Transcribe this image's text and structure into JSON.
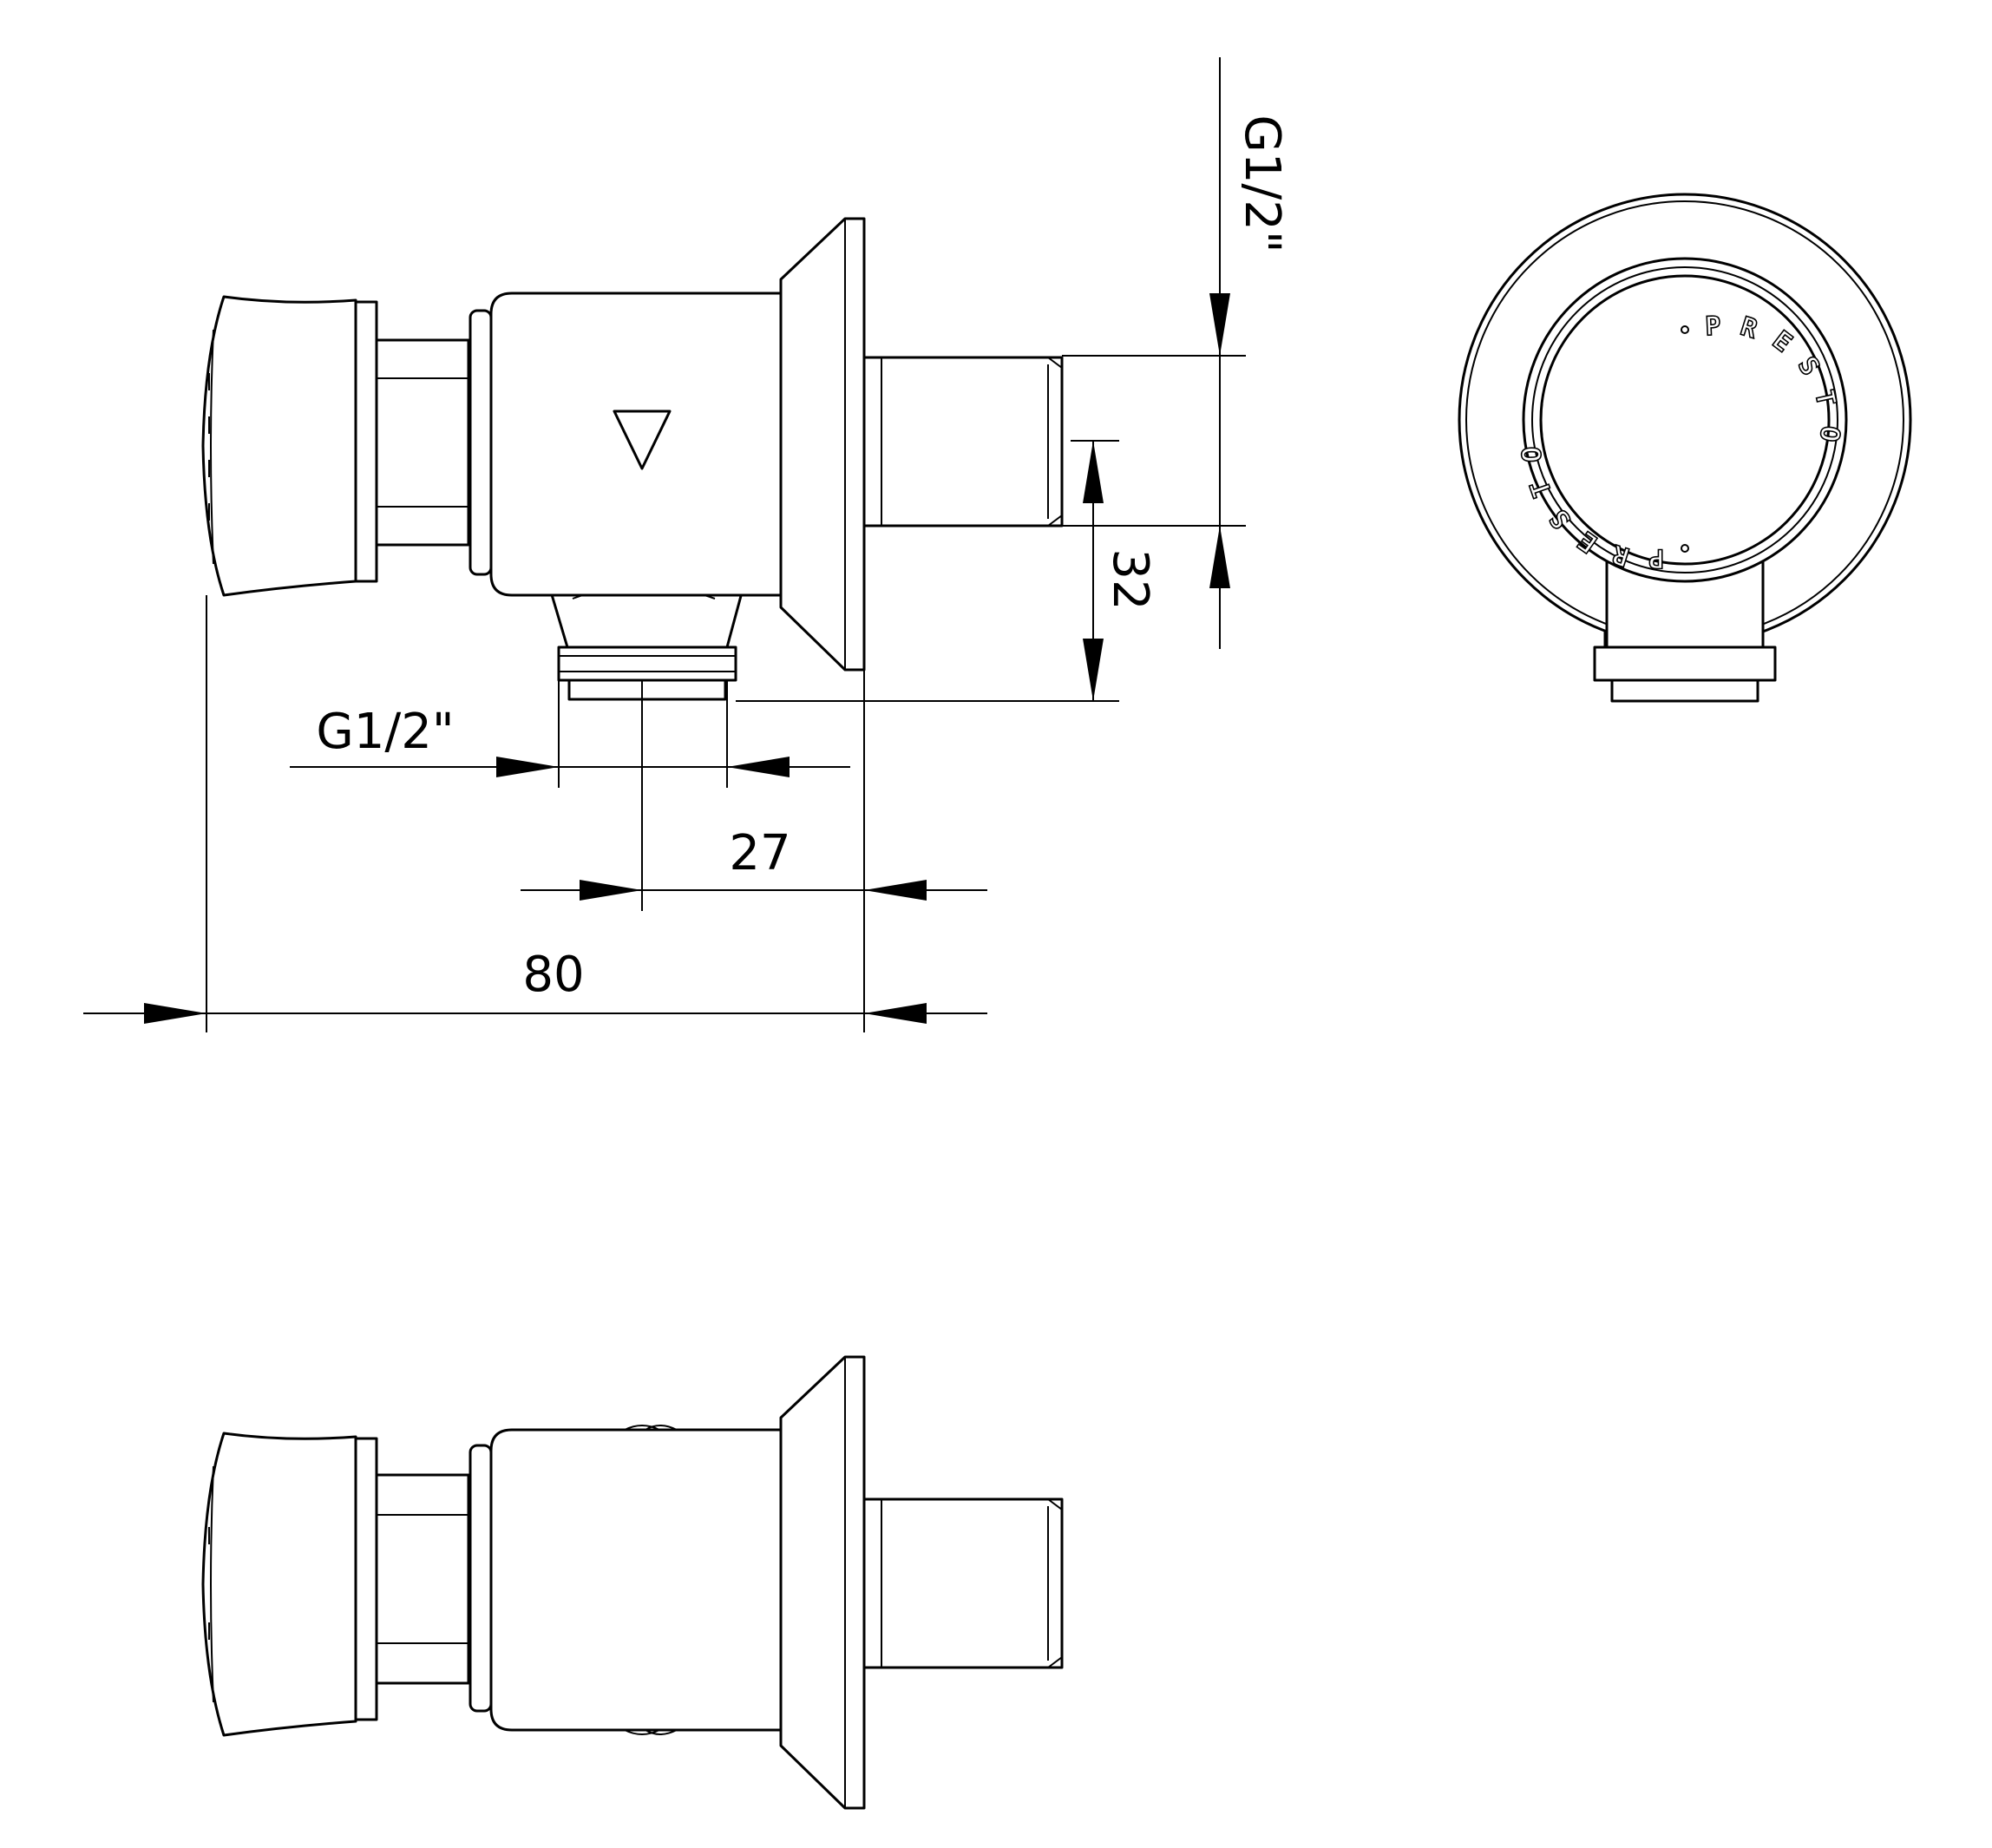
{
  "dimensions": {
    "thread_top": "G1/2\"",
    "height_32": "32",
    "thread_bottom": "G1/2\"",
    "offset_27": "27",
    "length_80": "80"
  },
  "brand": {
    "upper": "PRESTO",
    "lower": "PRESTO"
  }
}
